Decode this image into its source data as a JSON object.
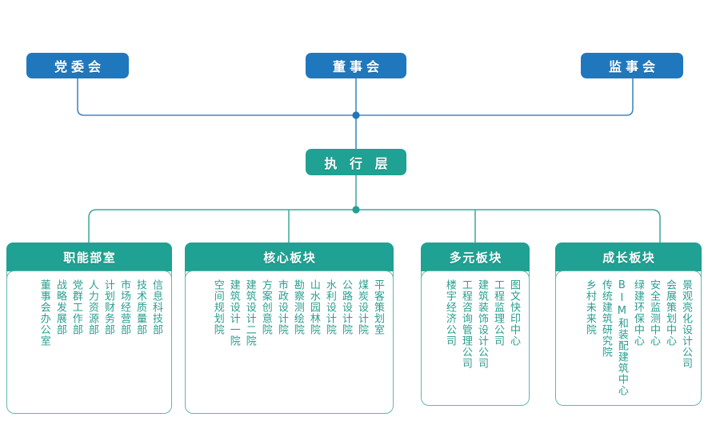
{
  "theme": {
    "blue": "#1f78bd",
    "teal": "#1fa193",
    "body_border": "#63b7ab",
    "text_teal": "#2a9d8f",
    "background": "#ffffff"
  },
  "top_level": {
    "party_committee": "党委会",
    "board_of_directors": "董事会",
    "board_of_supervisors": "监事会",
    "executive_layer": "执 行 层"
  },
  "groups": [
    {
      "id": "functional",
      "title": "职能部室",
      "units": [
        "信息科技部",
        "技术质量部",
        "市场经营部",
        "计划财务部",
        "人力资源部",
        "党群工作部",
        "战略发展部",
        "董事会办公室"
      ]
    },
    {
      "id": "core",
      "title": "核心板块",
      "units": [
        "平客策划室",
        "煤炭设计院",
        "公路设计院",
        "水利设计院",
        "山水园林院",
        "勘察测绘院",
        "市政设计院",
        "方案创意院",
        "建筑设计二院",
        "建筑设计一院",
        "空间规划院"
      ]
    },
    {
      "id": "diverse",
      "title": "多元板块",
      "units": [
        "图文快印中心",
        "工程监理公司",
        "建筑装饰设计公司",
        "工程咨询管理公司",
        "楼宇经济公司"
      ]
    },
    {
      "id": "growth",
      "title": "成长板块",
      "units": [
        "景观亮化设计公司",
        "会展策划中心",
        "安全监测中心",
        "绿建环保中心",
        "BIM和装配建筑中心",
        "传统建筑研究院",
        "乡村未来院"
      ]
    }
  ]
}
